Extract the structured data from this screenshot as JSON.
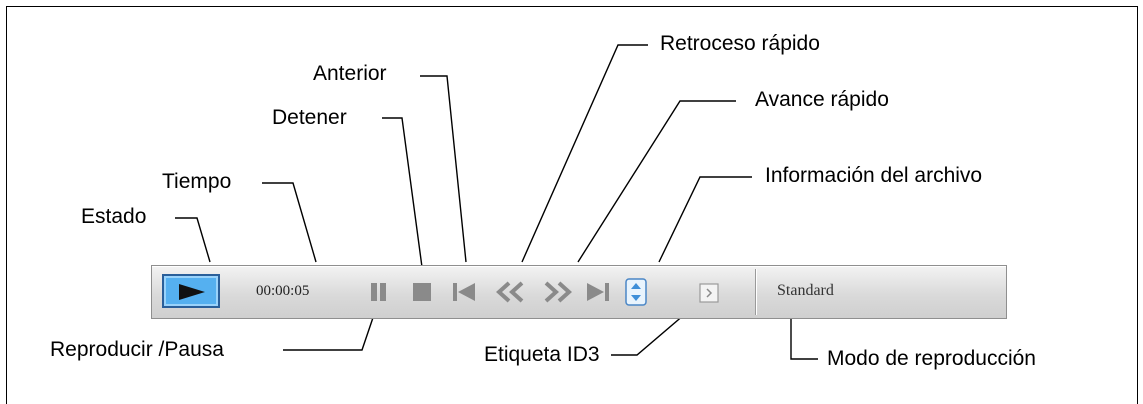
{
  "labels": {
    "estado": "Estado",
    "tiempo": "Tiempo",
    "detener": "Detener",
    "anterior": "Anterior",
    "retroceso_rapido": "Retroceso rápido",
    "avance_rapido": "Avance rápido",
    "informacion_archivo": "Información del archivo",
    "reproducir_pausa": "Reproducir /Pausa",
    "etiqueta_id3": "Etiqueta ID3",
    "modo_reproduccion": "Modo de reproducción"
  },
  "toolbar": {
    "time": "00:00:05",
    "mode": "Standard",
    "icons": [
      "play-icon",
      "pause-icon",
      "stop-icon",
      "previous-icon",
      "rewind-icon",
      "fast-forward-icon",
      "next-icon",
      "file-info-icon",
      "id3-tag-icon"
    ],
    "colors": {
      "play_button_fill": "#55b0f0",
      "play_button_border": "#2a5f9a",
      "icon_gray": "#8a8a8a"
    }
  }
}
